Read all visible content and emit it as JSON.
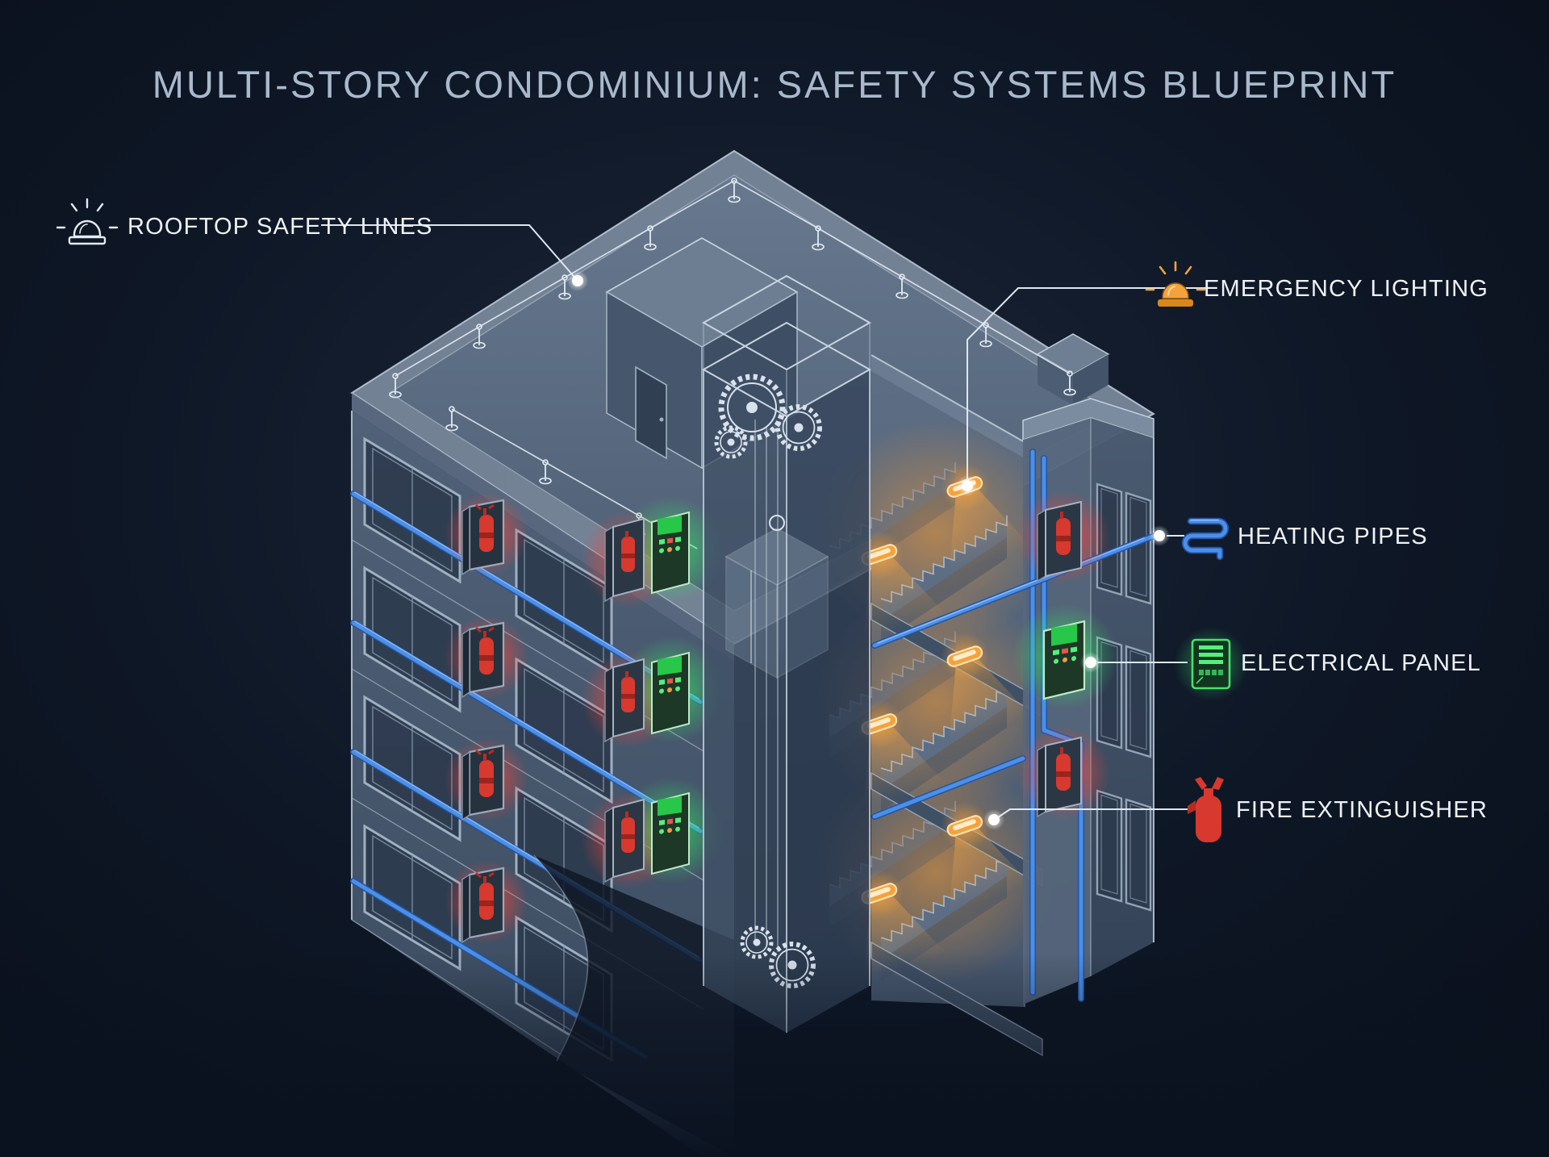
{
  "title": "MULTI-STORY CONDOMINIUM: SAFETY SYSTEMS BLUEPRINT",
  "callouts": {
    "rooftop_safety_lines": {
      "label": "ROOFTOP SAFETY LINES",
      "icon": "beacon-outline-icon",
      "side": "left"
    },
    "emergency_lighting": {
      "label": "EMERGENCY LIGHTING",
      "icon": "beacon-orange-icon",
      "side": "right",
      "color": "#f5a23c"
    },
    "heating_pipes": {
      "label": "HEATING PIPES",
      "icon": "pipe-coil-icon",
      "side": "right",
      "color": "#4c8fe8"
    },
    "electrical_panel": {
      "label": "ELECTRICAL PANEL",
      "icon": "panel-green-icon",
      "side": "right",
      "color": "#3fe06c"
    },
    "fire_extinguisher": {
      "label": "FIRE EXTINGUISHER",
      "icon": "extinguisher-red-icon",
      "side": "right",
      "color": "#d7392e"
    }
  },
  "scene": {
    "building_type": "multi-story condominium cutaway",
    "floors_visible": 4,
    "stair_flights": 3,
    "emergency_lamps": 6,
    "facade_extinguishers": 4,
    "corridor_extinguisher_panel_pairs": 3,
    "right_wing_extinguishers": 2,
    "rooftop_anchor_posts": 12,
    "elevator_shaft": "central, gears top and bottom, glass cab"
  },
  "colors": {
    "background": "#0d1624",
    "walls": "#53647a",
    "outline": "#c2cfdd",
    "heating_pipe_blue": "#4c8fe8",
    "panel_green": "#3fe06c",
    "extinguisher_red": "#d7392e",
    "lamp_orange": "#f5a23c",
    "title": "#a9b9cc",
    "label_text": "#eef2f8"
  }
}
